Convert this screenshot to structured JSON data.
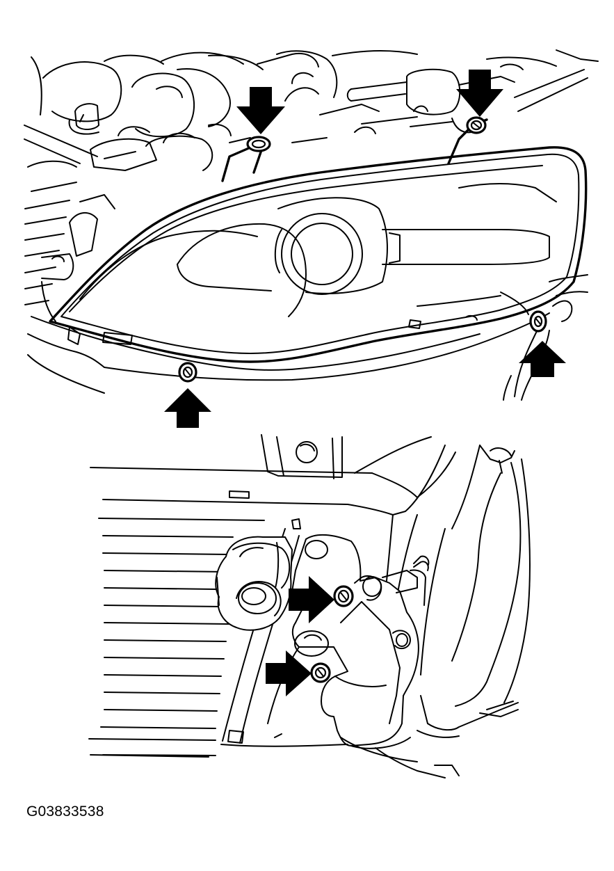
{
  "figure": {
    "code": "G03833538"
  },
  "colors": {
    "line": "#000000",
    "background": "#ffffff"
  },
  "top_view": {
    "arrows": 4,
    "fasteners": 4
  },
  "bottom_view": {
    "arrows": 2,
    "fasteners": 2
  }
}
